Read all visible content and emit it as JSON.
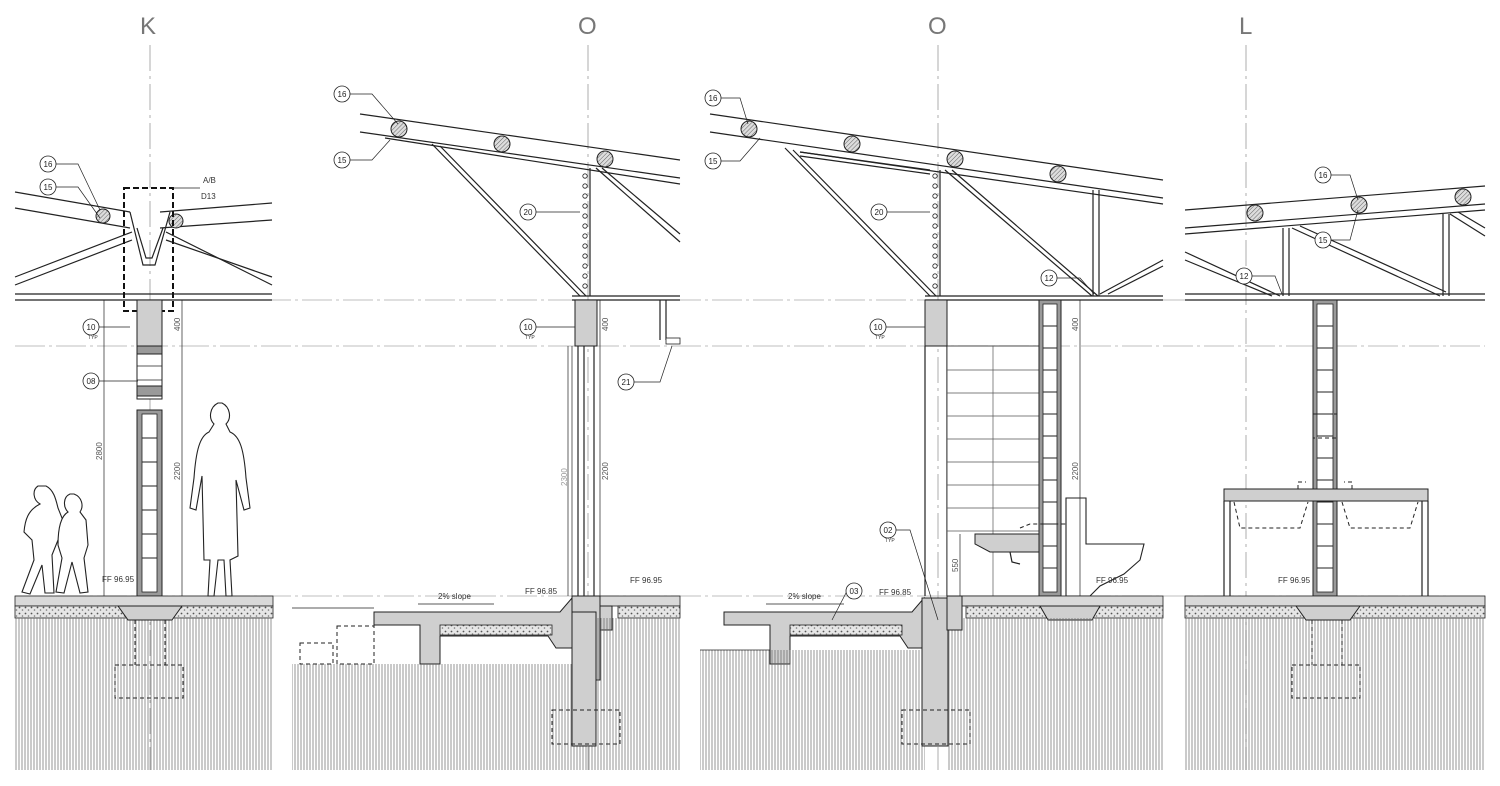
{
  "grid_labels": {
    "panel1": "K",
    "panel2": "O",
    "panel3": "O",
    "panel4": "L"
  },
  "tags": {
    "t16": "16",
    "t15": "15",
    "t10": "10",
    "t08": "08",
    "t20": "20",
    "t21": "21",
    "t12": "12",
    "t02": "02",
    "t03": "03"
  },
  "texts": {
    "detail_ref_top": "A/B",
    "detail_ref_bottom": "D13",
    "typ": "TYP",
    "slope": "2% slope",
    "ff_9695": "FF 96.95",
    "ff_9685": "FF 96.85"
  },
  "dimensions": {
    "d400": "400",
    "d2800": "2800",
    "d2200": "2200",
    "d2300": "2300",
    "d550": "550"
  }
}
